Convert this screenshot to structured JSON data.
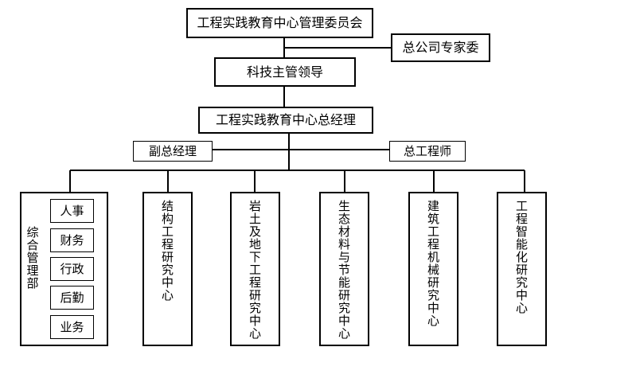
{
  "committee": "工程实践教育中心管理委员会",
  "experts": "总公司专家委",
  "tech_leader": "科技主管领导",
  "general_manager": "工程实践教育中心总经理",
  "deputy_gm": "副总经理",
  "chief_engineer": "总工程师",
  "admin_dept": {
    "name": "综合管理部",
    "units": [
      "人事",
      "财务",
      "行政",
      "后勤",
      "业务"
    ]
  },
  "research_centers": [
    "结构工程研究中心",
    "岩土及地下工程研究中心",
    "生态材料与节能研究中心",
    "建筑工程机械研究中心",
    "工程智能化研究中心"
  ]
}
